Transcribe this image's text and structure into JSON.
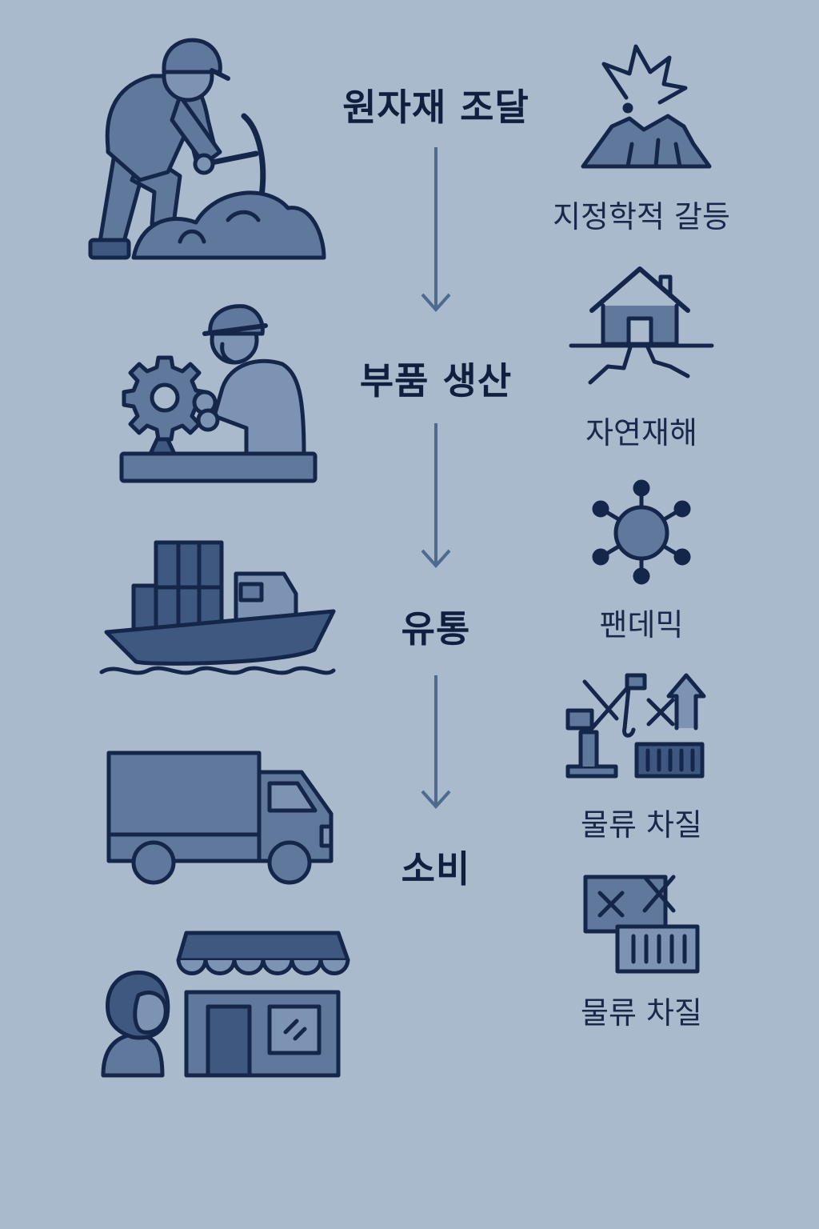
{
  "colors": {
    "background": "#a9bacd",
    "outline": "#14264a",
    "fill_mid": "#5f789c",
    "fill_dark": "#3e5880",
    "fill_light": "#7d93b4",
    "arrow": "#4f6a8f"
  },
  "stages": [
    {
      "label": "원자재 조달",
      "icon": "miner-icon"
    },
    {
      "label": "부품 생산",
      "icon": "factory-worker-gear-icon"
    },
    {
      "label": "유통",
      "icon": "cargo-ship-icon"
    },
    {
      "label": "소비",
      "icon": "delivery-truck-icon"
    },
    {
      "icon": "shopper-storefront-icon"
    }
  ],
  "risks": [
    {
      "label": "지정학적 갈등",
      "icon": "conflict-explosion-icon"
    },
    {
      "label": "자연재해",
      "icon": "earthquake-house-icon"
    },
    {
      "label": "팬데믹",
      "icon": "virus-icon"
    },
    {
      "label": "물류 차질",
      "icon": "port-crane-disruption-icon"
    },
    {
      "label": "물류 차질",
      "icon": "blocked-container-icon"
    }
  ]
}
